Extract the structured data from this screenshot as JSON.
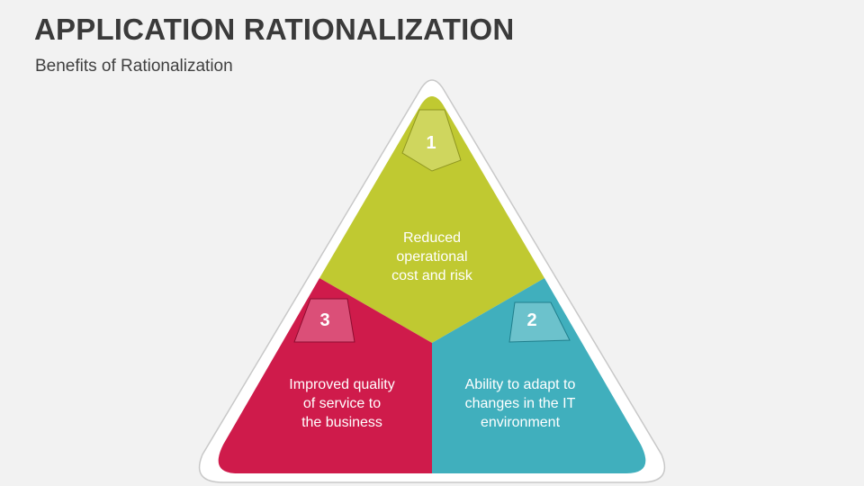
{
  "header": {
    "title": "APPLICATION RATIONALIZATION",
    "subtitle": "Benefits of Rationalization"
  },
  "segments": [
    {
      "number": "1",
      "lines": [
        "Reduced",
        "operational",
        "cost and risk"
      ],
      "color": "#c0c931",
      "badge_color": "#cfd65e"
    },
    {
      "number": "2",
      "lines": [
        "Ability to adapt to",
        "changes in the IT",
        "environment"
      ],
      "color": "#40afbd",
      "badge_color": "#6cc2cc"
    },
    {
      "number": "3",
      "lines": [
        "Improved quality",
        "of service to",
        "the business"
      ],
      "color": "#cf1b4b",
      "badge_color": "#db4f78"
    }
  ],
  "colors": {
    "background": "#f2f2f2",
    "outline": "#c8c8c8",
    "outline_fill": "#ffffff",
    "title": "#3a3a3a"
  }
}
